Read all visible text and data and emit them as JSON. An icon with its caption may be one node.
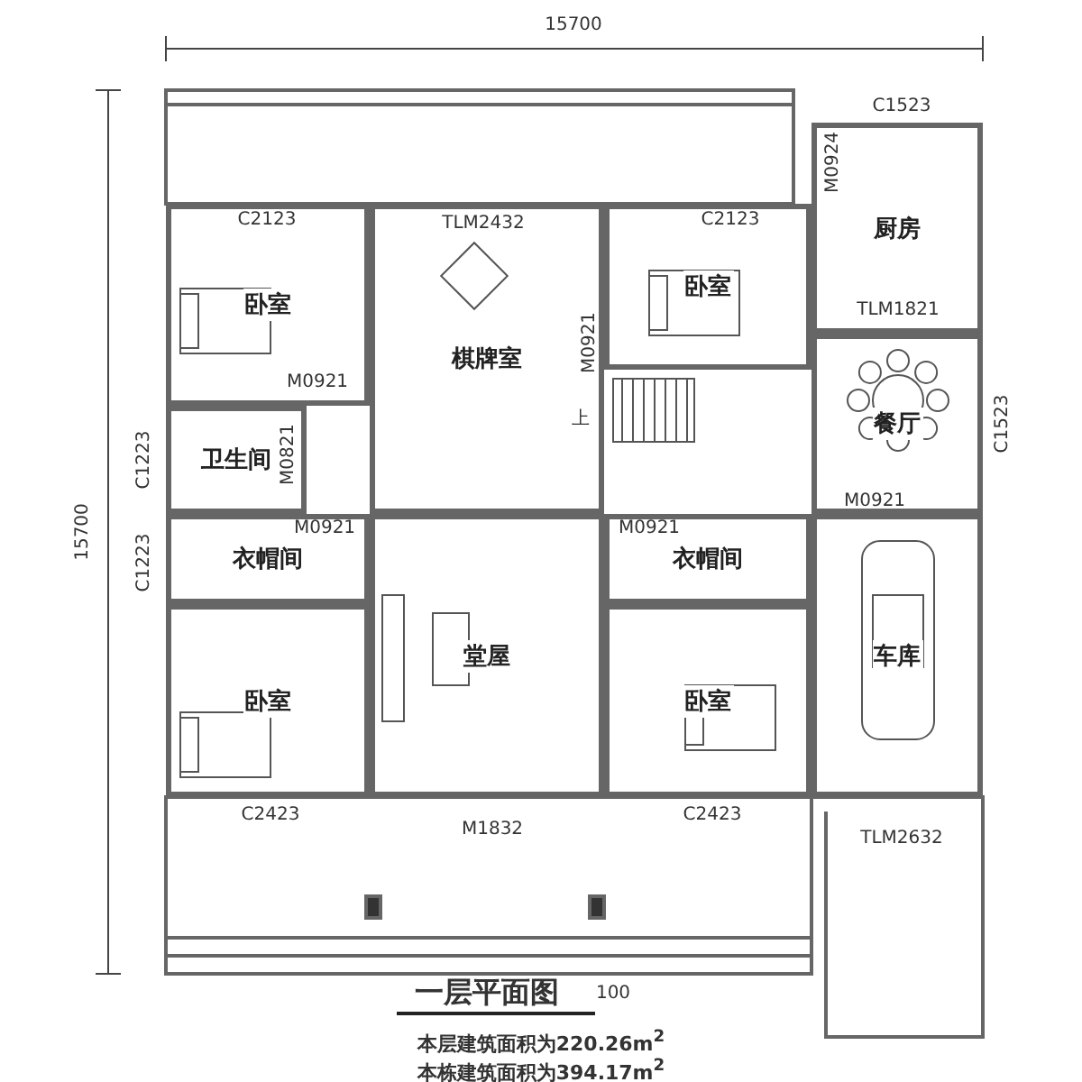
{
  "diagram": {
    "title": "一层平面图",
    "nodes": [
      {
        "text": [
          "卧室"
        ]
      },
      {
        "text": [
          "棋牌室"
        ]
      },
      {
        "text": [
          "卧室"
        ]
      },
      {
        "text": [
          "厨房"
        ]
      },
      {
        "text": [
          "卫生间"
        ]
      },
      {
        "text": [
          "餐厅"
        ]
      },
      {
        "text": [
          "衣帽间"
        ]
      },
      {
        "text": [
          "衣帽间"
        ]
      },
      {
        "text": [
          "堂屋"
        ]
      },
      {
        "text": [
          "车库"
        ]
      },
      {
        "text": [
          "卧室"
        ]
      },
      {
        "text": [
          "卧室"
        ]
      }
    ],
    "labels": [
      "15700",
      "C1523",
      "M0924",
      "C2123",
      "TLM2432",
      "C2123",
      "TLM1821",
      "15700",
      "M0921",
      "M0921",
      "上",
      "C1523",
      "C1223",
      "M0821",
      "M0921",
      "M0921",
      "M0921",
      "C1223",
      "C2423",
      "M1832",
      "C2423",
      "TLM2632",
      "100",
      "本层建筑面积为220.26m$^{2}$",
      "本栋建筑面积为394.17m$^{2}$"
    ]
  }
}
